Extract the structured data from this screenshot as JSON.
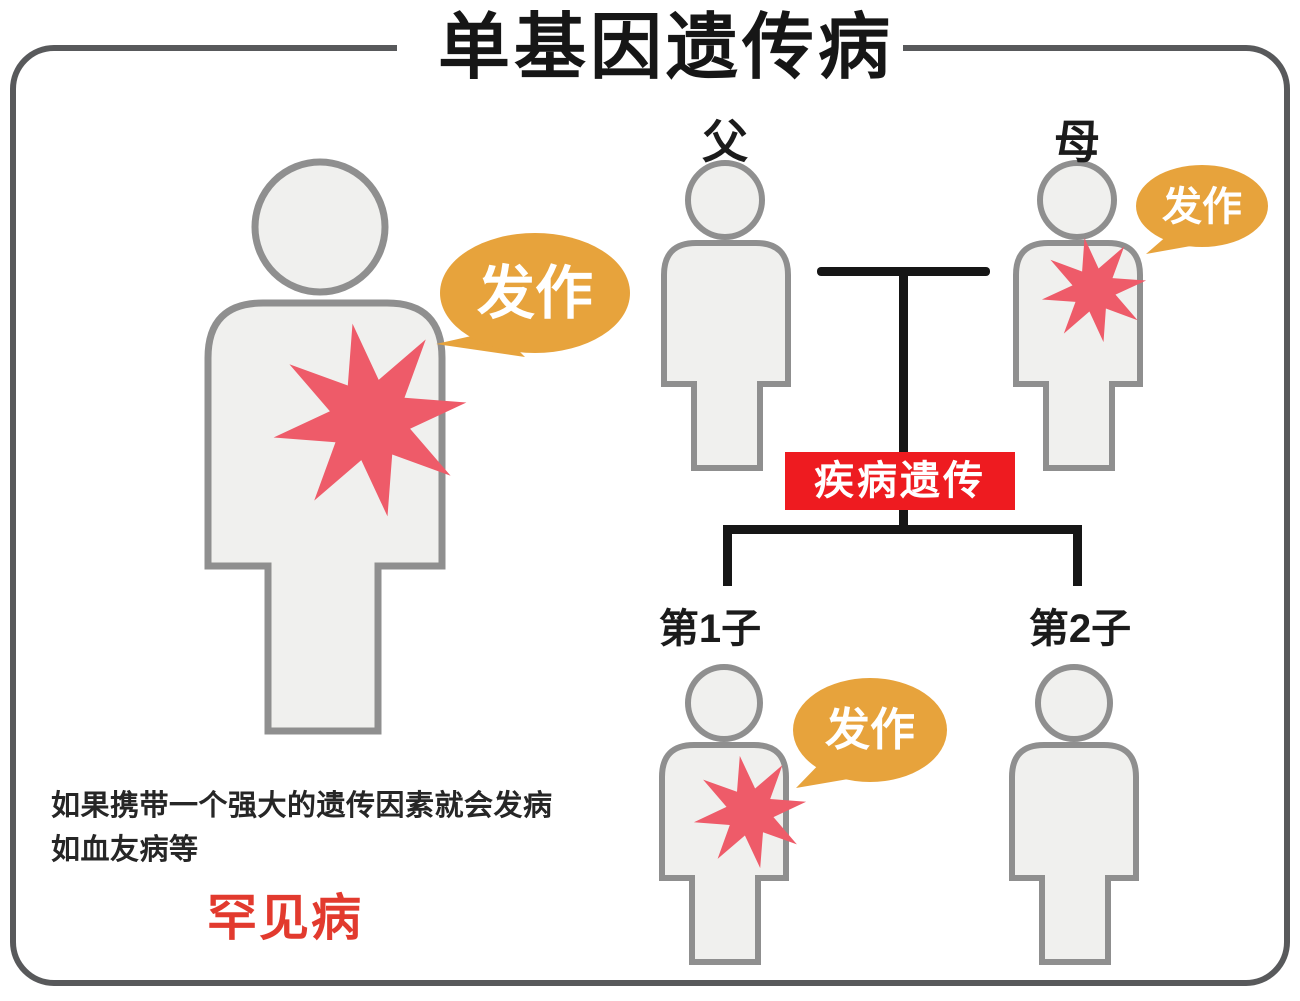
{
  "title": "单基因遗传病",
  "example_figure": {
    "bubble": "发作",
    "note_line1": "如果携带一个强大的遗传因素就会发病",
    "note_line2": "如血友病等",
    "highlight": "罕见病"
  },
  "pedigree": {
    "father_label": "父",
    "mother_label": "母",
    "mother_bubble": "发作",
    "inheritance_label": "疾病遗传",
    "child1_label": "第1子",
    "child1_bubble": "发作",
    "child2_label": "第2子"
  },
  "colors": {
    "border": "#58595b",
    "figure_fill": "#f0f0ee",
    "figure_stroke": "#8f8f8f",
    "burst_red": "#ee5b69",
    "bubble_orange": "#e7a33c",
    "inheritance_box_red": "#ee1b20",
    "rare_disease_red": "#e23a2e",
    "tree_line_black": "#161616"
  }
}
